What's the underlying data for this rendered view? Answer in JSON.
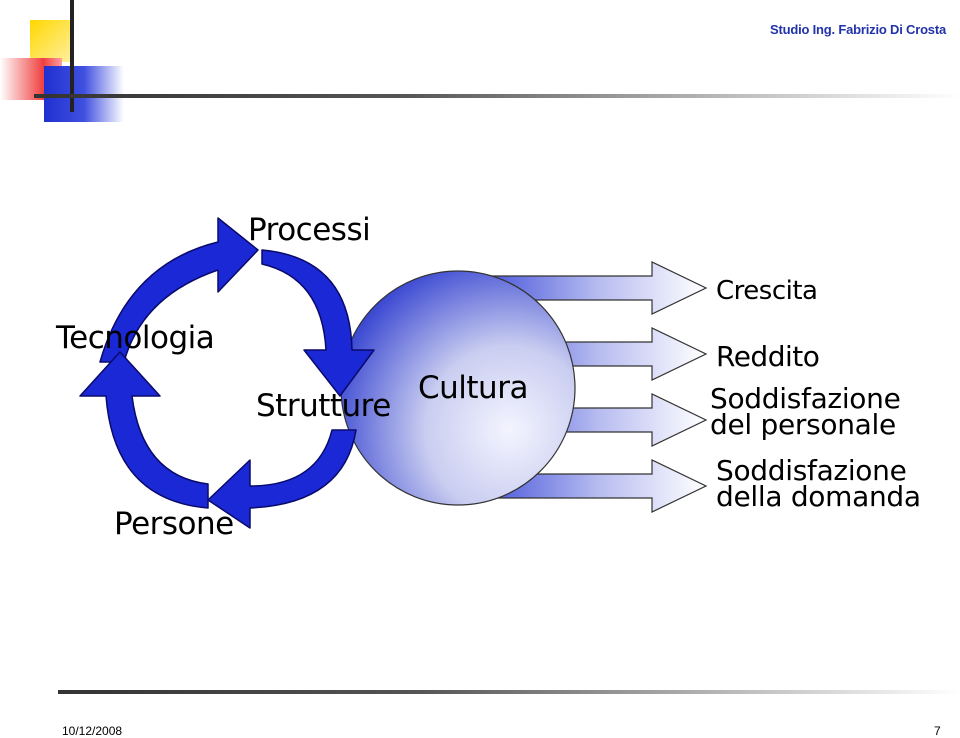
{
  "header": {
    "studio": "Studio Ing. Fabrizio Di Crosta"
  },
  "diagram": {
    "cycle": [
      "Processi",
      "Strutture",
      "Persone",
      "Tecnologia"
    ],
    "center": "Cultura",
    "outcomes": [
      "Crescita",
      "Reddito",
      "Soddisfazione del personale",
      "Soddisfazione della domanda"
    ],
    "labels": {
      "processi": "Processi",
      "strutture": "Strutture",
      "persone": "Persone",
      "tecnologia": "Tecnologia",
      "cultura": "Cultura",
      "crescita": "Crescita",
      "reddito": "Reddito",
      "sodd_personale_1": "Soddisfazione",
      "sodd_personale_2": "del personale",
      "sodd_domanda_1": "Soddisfazione",
      "sodd_domanda_2": "della domanda"
    },
    "colors": {
      "arrow": "#1a28d6",
      "arrow_outline": "#0a0a6a",
      "circle_dark": "#3341d0",
      "circle_light": "#f4f4ff"
    }
  },
  "footer": {
    "date": "10/12/2008",
    "page": "7"
  }
}
